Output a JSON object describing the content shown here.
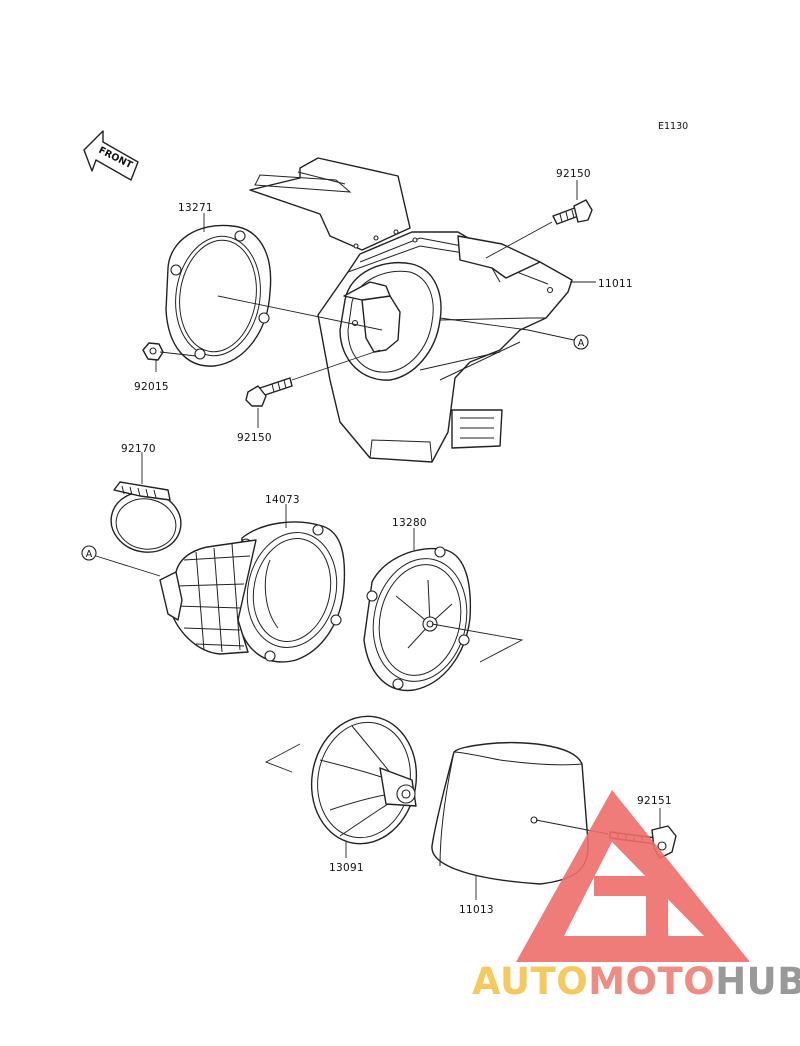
{
  "diagram_code": "E1130",
  "front_arrow": {
    "label": "FRONT"
  },
  "parts": [
    {
      "number": "13271"
    },
    {
      "number": "92015"
    },
    {
      "number": "92150"
    },
    {
      "number": "92150"
    },
    {
      "number": "11011"
    },
    {
      "number": "92170"
    },
    {
      "number": "14073"
    },
    {
      "number": "13280"
    },
    {
      "number": "13091"
    },
    {
      "number": "11013"
    },
    {
      "number": "92151"
    }
  ],
  "references": [
    {
      "letter": "A"
    },
    {
      "letter": "A"
    }
  ],
  "watermark": {
    "brand": "AUTOMOTOHUB",
    "part1": "AUTO",
    "part2": "MOTO",
    "part3": "HUB",
    "colors": {
      "part1": "#f5c44e",
      "part2": "#ef7f74",
      "part3": "#8f8f8f",
      "triangle": "#ee6e6a"
    }
  }
}
